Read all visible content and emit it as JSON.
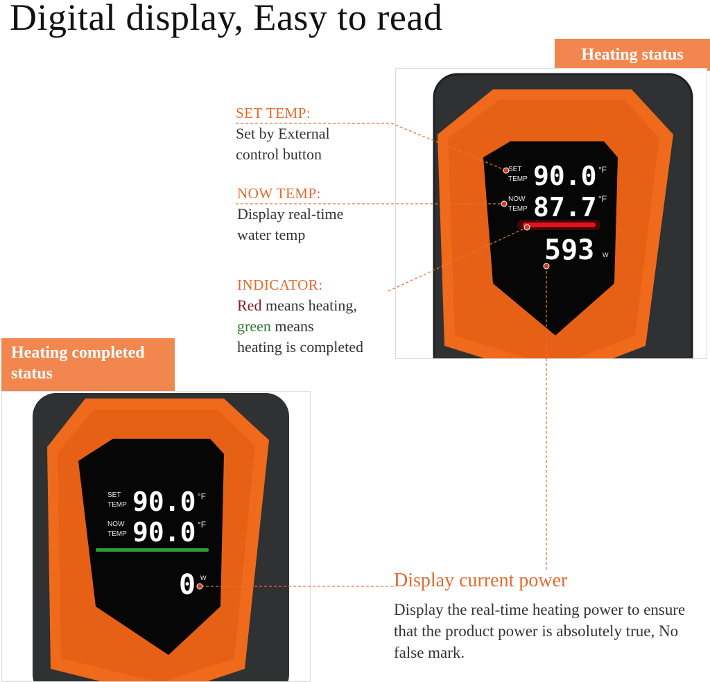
{
  "headline": "Digital display, Easy to read",
  "badges": {
    "heating": "Heating status",
    "completed_line1": "Heating completed",
    "completed_line2": "status"
  },
  "heating_display": {
    "set_label_1": "SET",
    "set_label_2": "TEMP",
    "set_value": "90.0",
    "now_label_1": "NOW",
    "now_label_2": "TEMP",
    "now_value": "87.7",
    "unit": "°F",
    "power": "593",
    "power_unit": "W"
  },
  "completed_display": {
    "set_label_1": "SET",
    "set_label_2": "TEMP",
    "set_value": "90.0",
    "now_label_1": "NOW",
    "now_label_2": "TEMP",
    "now_value": "90.0",
    "unit": "°F",
    "power": "0",
    "power_unit": "W"
  },
  "annotations": {
    "set_temp": {
      "title": "SET TEMP:",
      "line1": "Set by External",
      "line2": "control button"
    },
    "now_temp": {
      "title": "NOW TEMP:",
      "line1": "Display real-time",
      "line2": "water temp"
    },
    "indicator": {
      "title": "INDICATOR:",
      "red_word": "Red",
      "red_rest": " means heating,",
      "green_word": "green",
      "green_rest": " means",
      "line3": "heating is completed"
    },
    "power": {
      "title": "Display current power",
      "desc": "Display the real-time heating power to ensure that the product power is absolutely true, No false mark."
    }
  },
  "colors": {
    "orange": "#f06a1c",
    "badge": "#f1874f",
    "heating_bar": "#e0151c",
    "completed_bar": "#2e9a3e",
    "annotation_title": "#e46a2e",
    "leader_line": "#e8743a"
  }
}
